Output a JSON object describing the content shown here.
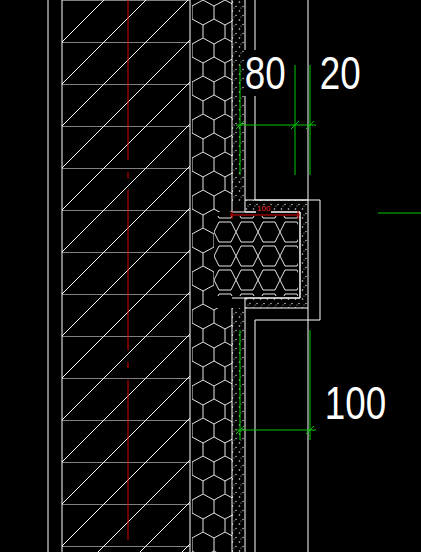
{
  "diagram": {
    "labels": [
      "80",
      "20",
      "100",
      "100"
    ]
  }
}
